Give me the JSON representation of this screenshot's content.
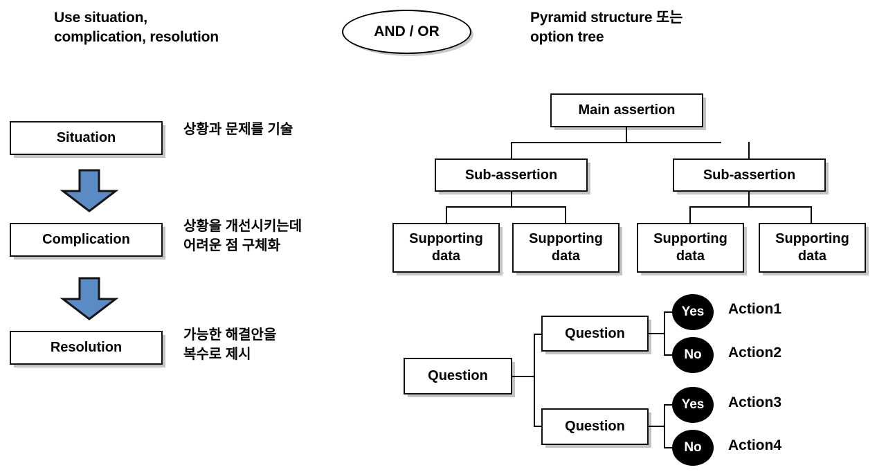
{
  "headings": {
    "left": "Use situation,\ncomplication, resolution",
    "center_badge": "AND / OR",
    "right": "Pyramid structure 또는\noption tree"
  },
  "flow": {
    "steps": [
      {
        "label": "Situation",
        "note": "상황과 문제를 기술"
      },
      {
        "label": "Complication",
        "note": "상황을 개선시키는데\n어려운 점 구체화"
      },
      {
        "label": "Resolution",
        "note": "가능한 해결안을\n복수로 제시"
      }
    ],
    "arrow_icon_name": "down-arrow-icon"
  },
  "pyramid": {
    "root": "Main assertion",
    "level2": [
      "Sub-assertion",
      "Sub-assertion"
    ],
    "level3": [
      "Supporting\ndata",
      "Supporting\ndata",
      "Supporting\ndata",
      "Supporting\ndata"
    ]
  },
  "option_tree": {
    "root": "Question",
    "branches": [
      {
        "question": "Question",
        "outcomes": [
          {
            "decision": "Yes",
            "action": "Action1"
          },
          {
            "decision": "No",
            "action": "Action2"
          }
        ]
      },
      {
        "question": "Question",
        "outcomes": [
          {
            "decision": "Yes",
            "action": "Action3"
          },
          {
            "decision": "No",
            "action": "Action4"
          }
        ]
      }
    ]
  },
  "colors": {
    "arrow_fill": "#5B8BC4",
    "arrow_stroke": "#1A1A1A",
    "box_border": "#111111",
    "box_shadow": "#c4c4c4",
    "circle_fill": "#000000",
    "background": "#ffffff"
  }
}
